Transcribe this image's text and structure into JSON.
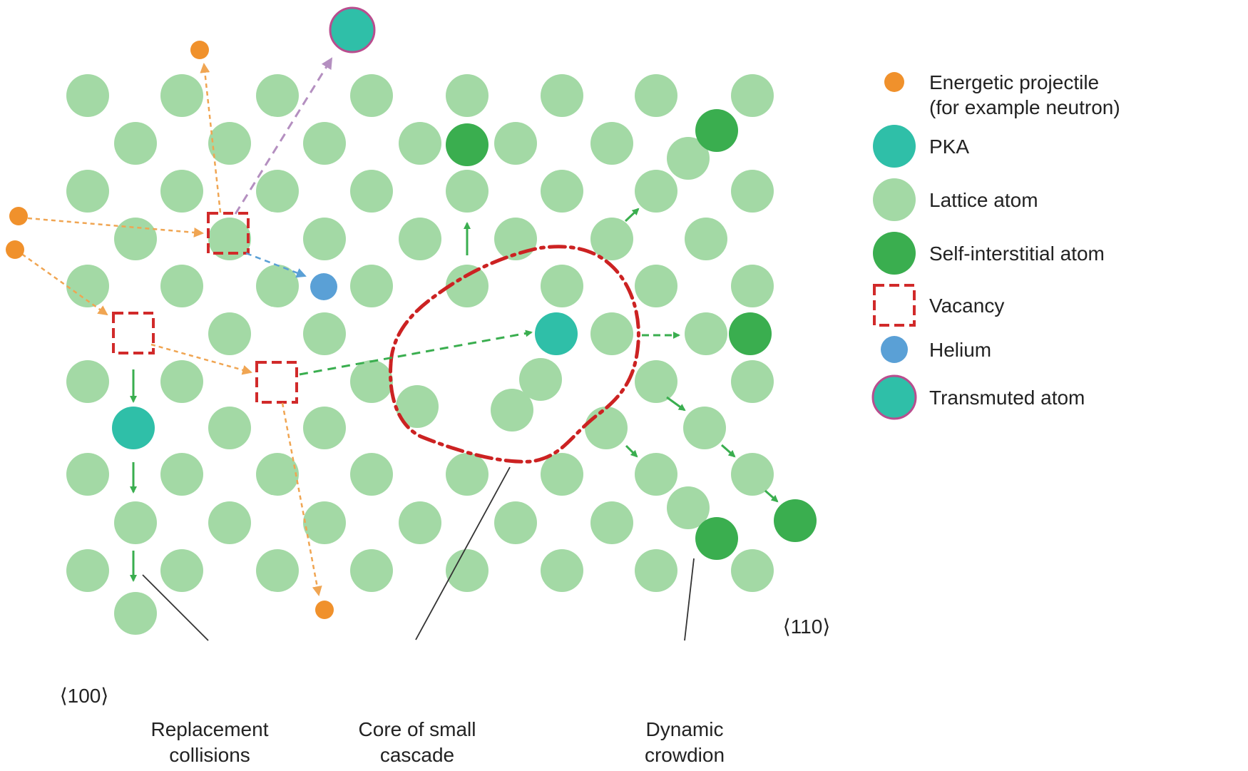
{
  "colors": {
    "lattice": "#a3d9a5",
    "interstitial": "#3aae4f",
    "pka": "#2fbfa8",
    "projectile": "#f0912c",
    "helium": "#5aa0d6",
    "vacancy": "#d12a2a",
    "transmuted_border": "#b94d8e",
    "arrow_green": "#3aae4f",
    "arrow_orange": "#f0a552",
    "arrow_blue": "#5aa0d6",
    "arrow_purple": "#b48fc0",
    "cascade": "#cc2222",
    "leader": "#333333"
  },
  "legend": [
    {
      "icon": "projectile",
      "lines": [
        "Energetic projectile",
        "(for example neutron)"
      ]
    },
    {
      "icon": "pka",
      "lines": [
        "PKA"
      ]
    },
    {
      "icon": "lattice",
      "lines": [
        "Lattice atom"
      ]
    },
    {
      "icon": "interstitial",
      "lines": [
        "Self-interstitial atom"
      ]
    },
    {
      "icon": "vacancy",
      "lines": [
        "Vacancy"
      ]
    },
    {
      "icon": "helium",
      "lines": [
        "Helium"
      ]
    },
    {
      "icon": "transmuted",
      "lines": [
        "Transmuted atom"
      ]
    }
  ],
  "annotations": {
    "replacement_line1": "Replacement",
    "replacement_line2": "collisions",
    "cascade_line1": "Core of small",
    "cascade_line2": "cascade",
    "crowdion_line1": "Dynamic",
    "crowdion_line2": "crowdion",
    "dir_100": "⟨100⟩",
    "dir_110": "⟨110⟩"
  }
}
